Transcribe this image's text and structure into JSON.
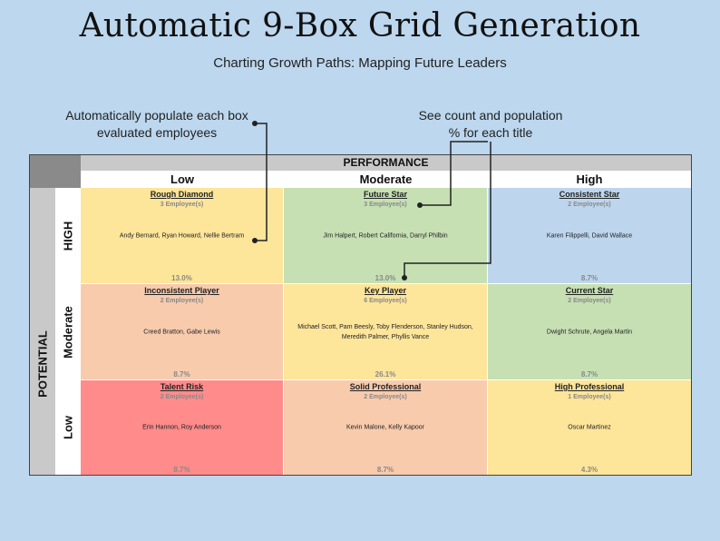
{
  "header": {
    "title": "Automatic 9-Box Grid Generation",
    "subtitle": "Charting Growth Paths: Mapping Future Leaders"
  },
  "annotations": {
    "left_line1": "Automatically populate each box",
    "left_line2": "evaluated employees",
    "right_line1": "See count and population",
    "right_line2": "% for each title"
  },
  "grid": {
    "performance_label": "PERFORMANCE",
    "potential_label": "POTENTIAL",
    "columns": [
      "Low",
      "Moderate",
      "High"
    ],
    "rows": [
      "HIGH",
      "Moderate",
      "Low"
    ],
    "colors": {
      "yellow": "#fde59a",
      "green": "#c6e0b3",
      "blue": "#bdd6ee",
      "peach": "#f8cbad",
      "red": "#ff8b8b"
    },
    "cells": [
      [
        {
          "title": "Rough Diamond",
          "count": "3 Employee(s)",
          "names": "Andy Bernard, Ryan Howard, Nellie Bertram",
          "pct": "13.0%"
        },
        {
          "title": "Future Star",
          "count": "3 Employee(s)",
          "names": "Jim Halpert, Robert California, Darryl Philbin",
          "pct": "13.0%"
        },
        {
          "title": "Consistent Star",
          "count": "2 Employee(s)",
          "names": "Karen Filippelli, David Wallace",
          "pct": "8.7%"
        }
      ],
      [
        {
          "title": "Inconsistent Player",
          "count": "2 Employee(s)",
          "names": "Creed Bratton, Gabe Lewis",
          "pct": "8.7%"
        },
        {
          "title": "Key Player",
          "count": "6 Employee(s)",
          "names": "Michael Scott, Pam Beesly, Toby Flenderson, Stanley Hudson, Meredith Palmer, Phyllis Vance",
          "pct": "26.1%"
        },
        {
          "title": "Current Star",
          "count": "2 Employee(s)",
          "names": "Dwight Schrute, Angela Martin",
          "pct": "8.7%"
        }
      ],
      [
        {
          "title": "Talent Risk",
          "count": "2 Employee(s)",
          "names": "Erin Hannon, Roy Anderson",
          "pct": "8.7%"
        },
        {
          "title": "Solid Professional",
          "count": "2 Employee(s)",
          "names": "Kevin Malone, Kelly Kapoor",
          "pct": "8.7%"
        },
        {
          "title": "High Professional",
          "count": "1 Employee(s)",
          "names": "Oscar Martinez",
          "pct": "4.3%"
        }
      ]
    ]
  }
}
